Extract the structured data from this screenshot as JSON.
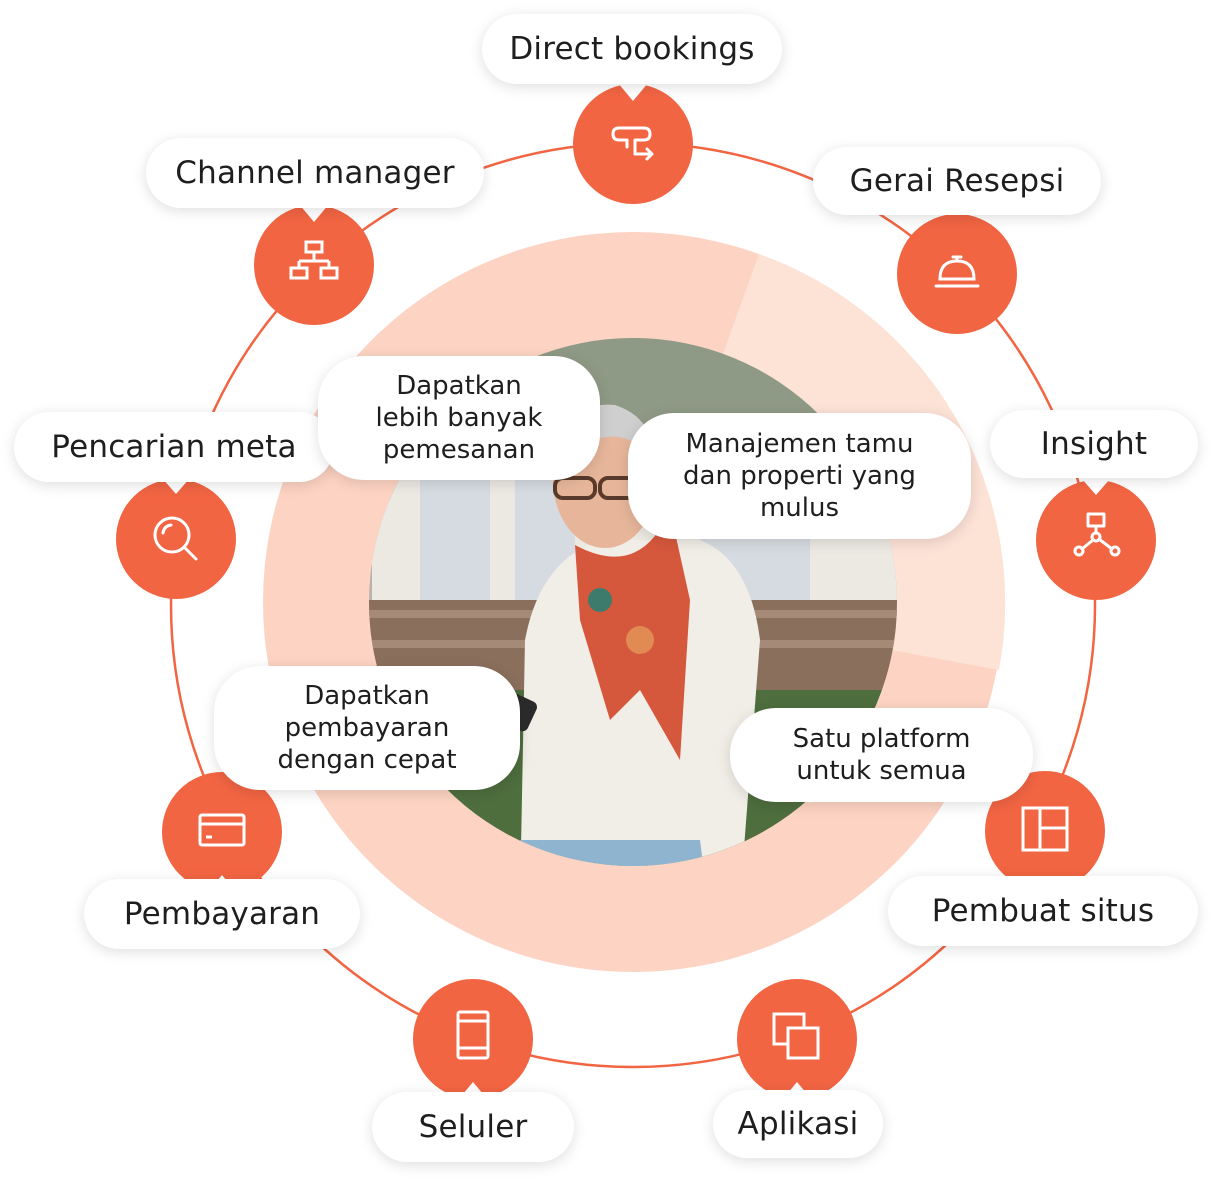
{
  "colors": {
    "accent": "#f26543",
    "ring_light": "#fdd3c3",
    "ring_lighter": "#fde2d6",
    "pill_bg": "#ffffff",
    "text": "#1e1e1e"
  },
  "features": [
    {
      "label": "Direct bookings",
      "icon": "direct-booking-icon"
    },
    {
      "label": "Gerai Resepsi",
      "icon": "reception-bell-icon"
    },
    {
      "label": "Insight",
      "icon": "insight-graph-icon"
    },
    {
      "label": "Pembuat situs",
      "icon": "site-builder-layout-icon"
    },
    {
      "label": "Aplikasi",
      "icon": "apps-windows-icon"
    },
    {
      "label": "Seluler",
      "icon": "mobile-phone-icon"
    },
    {
      "label": "Pembayaran",
      "icon": "payment-card-icon"
    },
    {
      "label": "Pencarian meta",
      "icon": "search-magnifier-icon"
    },
    {
      "label": "Channel manager",
      "icon": "channel-hierarchy-icon"
    }
  ],
  "benefits": [
    {
      "text": "Dapatkan\nlebih banyak\npemesanan"
    },
    {
      "text": "Manajemen tamu\ndan properti yang\nmulus"
    },
    {
      "text": "Dapatkan\npembayaran\ndengan cepat"
    },
    {
      "text": "Satu platform\nuntuk semua"
    }
  ],
  "photo": {
    "subject": "woman-with-phone-photo"
  }
}
